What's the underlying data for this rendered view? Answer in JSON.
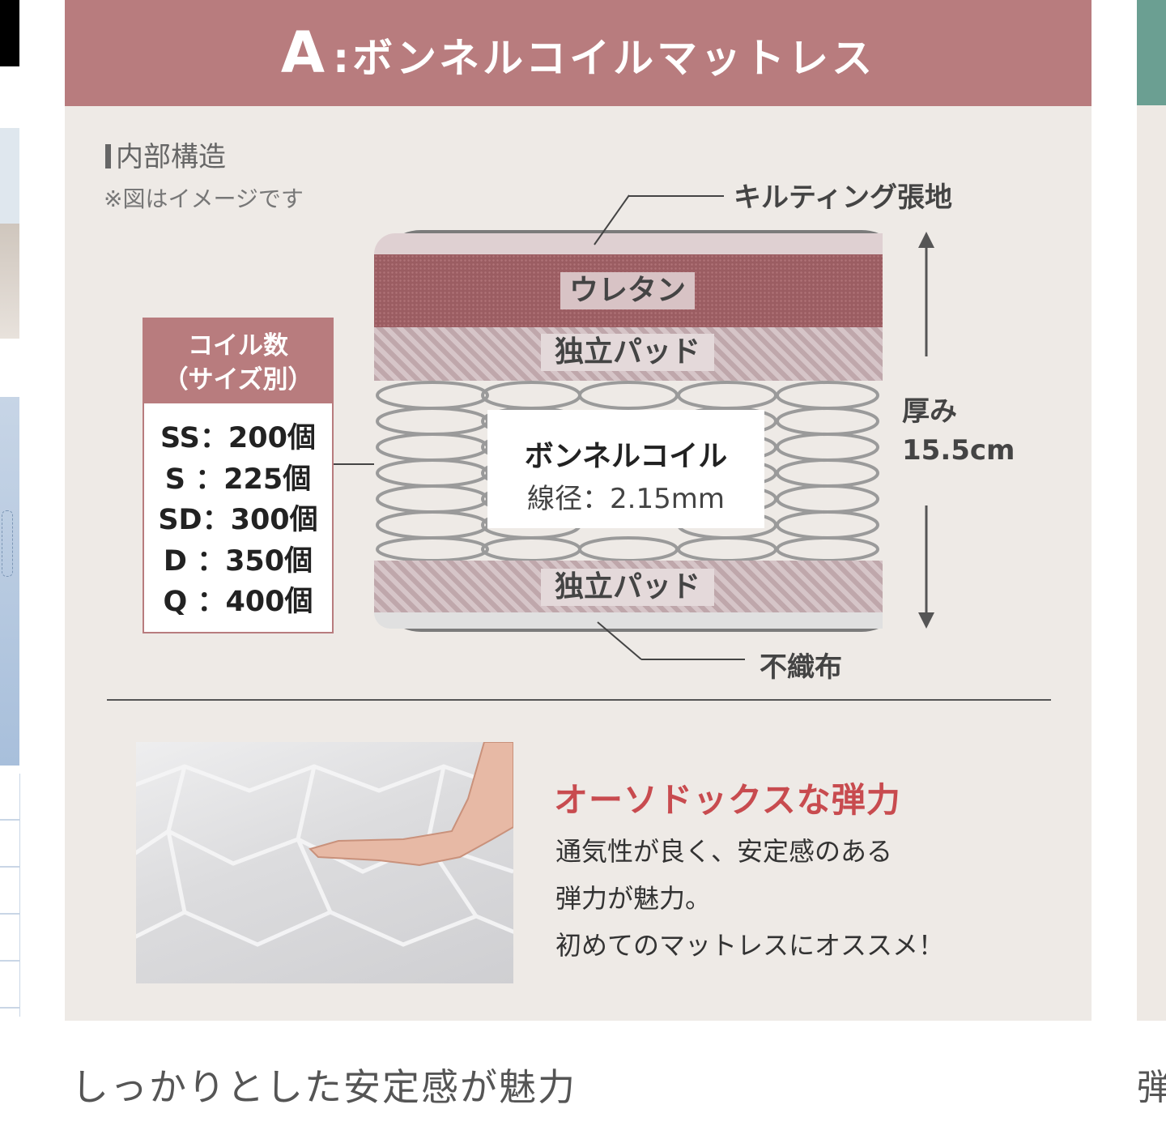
{
  "header": {
    "letter": "A",
    "separator": ":",
    "title": "ボンネルコイルマットレス"
  },
  "section": {
    "title": "内部構造",
    "note": "※図はイメージです"
  },
  "coil_count": {
    "title_line1": "コイル数",
    "title_line2": "（サイズ別）",
    "rows": [
      "SS：200個",
      "S ：225個",
      "SD：300個",
      "D ：350個",
      "Q ：400個"
    ]
  },
  "layers": {
    "quilting": "キルティング張地",
    "urethane": "ウレタン",
    "pad_top": "独立パッド",
    "coil_name": "ボンネルコイル",
    "coil_wire": "線径：2.15mm",
    "pad_bottom": "独立パッド",
    "nonwoven": "不織布"
  },
  "thickness": {
    "label": "厚み",
    "value": "15.5cm"
  },
  "feature": {
    "title": "オーソドックスな弾力",
    "lines": [
      "通気性が良く、安定感のある",
      "弾力が魅力。",
      "初めてのマットレスにオススメ！"
    ]
  },
  "caption": "しっかりとした安定感が魅力",
  "next_caption_fragment": "弾",
  "colors": {
    "accent": "#b87c7e",
    "feature_title": "#c84b4f",
    "panel": "#eeeae6"
  }
}
